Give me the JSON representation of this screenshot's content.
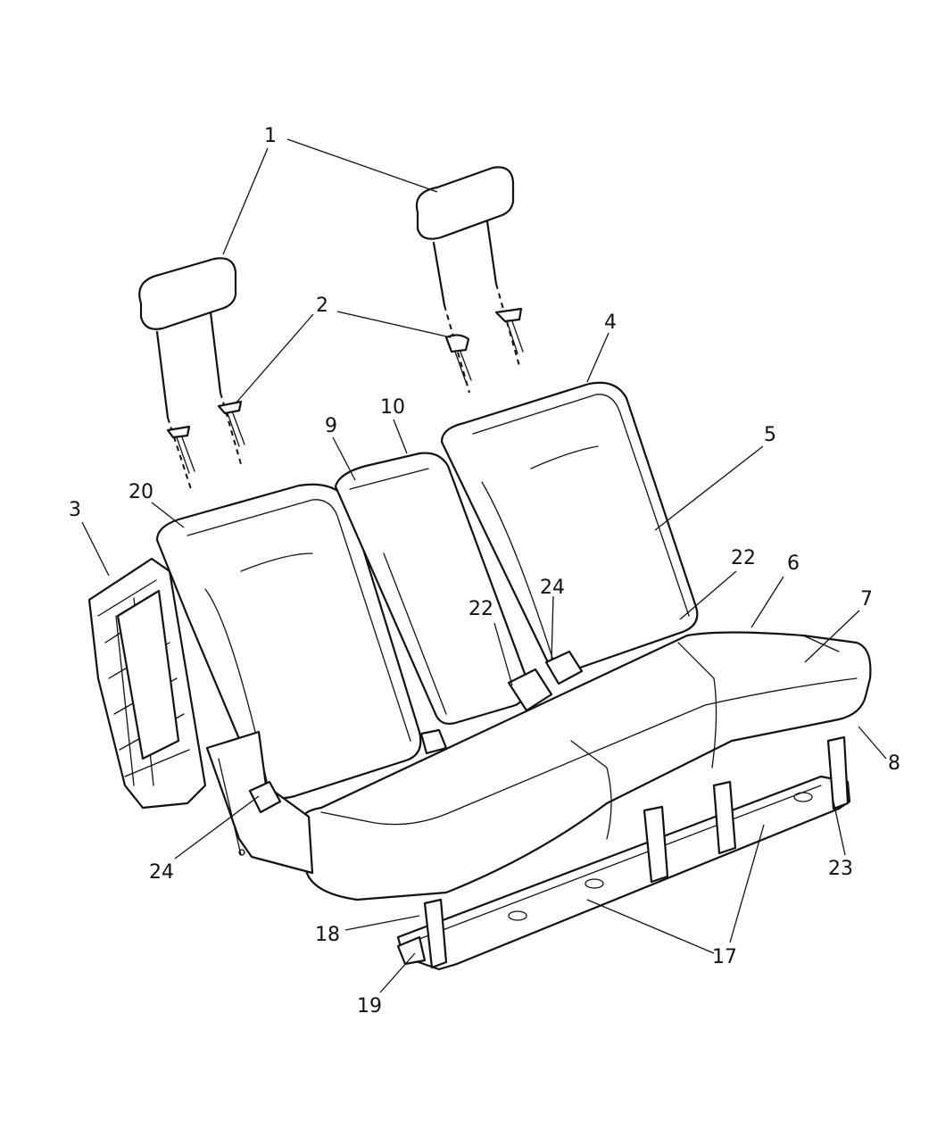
{
  "diagram": {
    "callouts": [
      {
        "id": "c1a",
        "label": "1"
      },
      {
        "id": "c2a",
        "label": "2"
      },
      {
        "id": "c3",
        "label": "3"
      },
      {
        "id": "c4",
        "label": "4"
      },
      {
        "id": "c5",
        "label": "5"
      },
      {
        "id": "c6",
        "label": "6"
      },
      {
        "id": "c7",
        "label": "7"
      },
      {
        "id": "c8",
        "label": "8"
      },
      {
        "id": "c9",
        "label": "9"
      },
      {
        "id": "c10",
        "label": "10"
      },
      {
        "id": "c17",
        "label": "17"
      },
      {
        "id": "c18",
        "label": "18"
      },
      {
        "id": "c19",
        "label": "19"
      },
      {
        "id": "c20",
        "label": "20"
      },
      {
        "id": "c22a",
        "label": "22"
      },
      {
        "id": "c22b",
        "label": "22"
      },
      {
        "id": "c23",
        "label": "23"
      },
      {
        "id": "c24a",
        "label": "24"
      },
      {
        "id": "c24b",
        "label": "24"
      }
    ]
  }
}
